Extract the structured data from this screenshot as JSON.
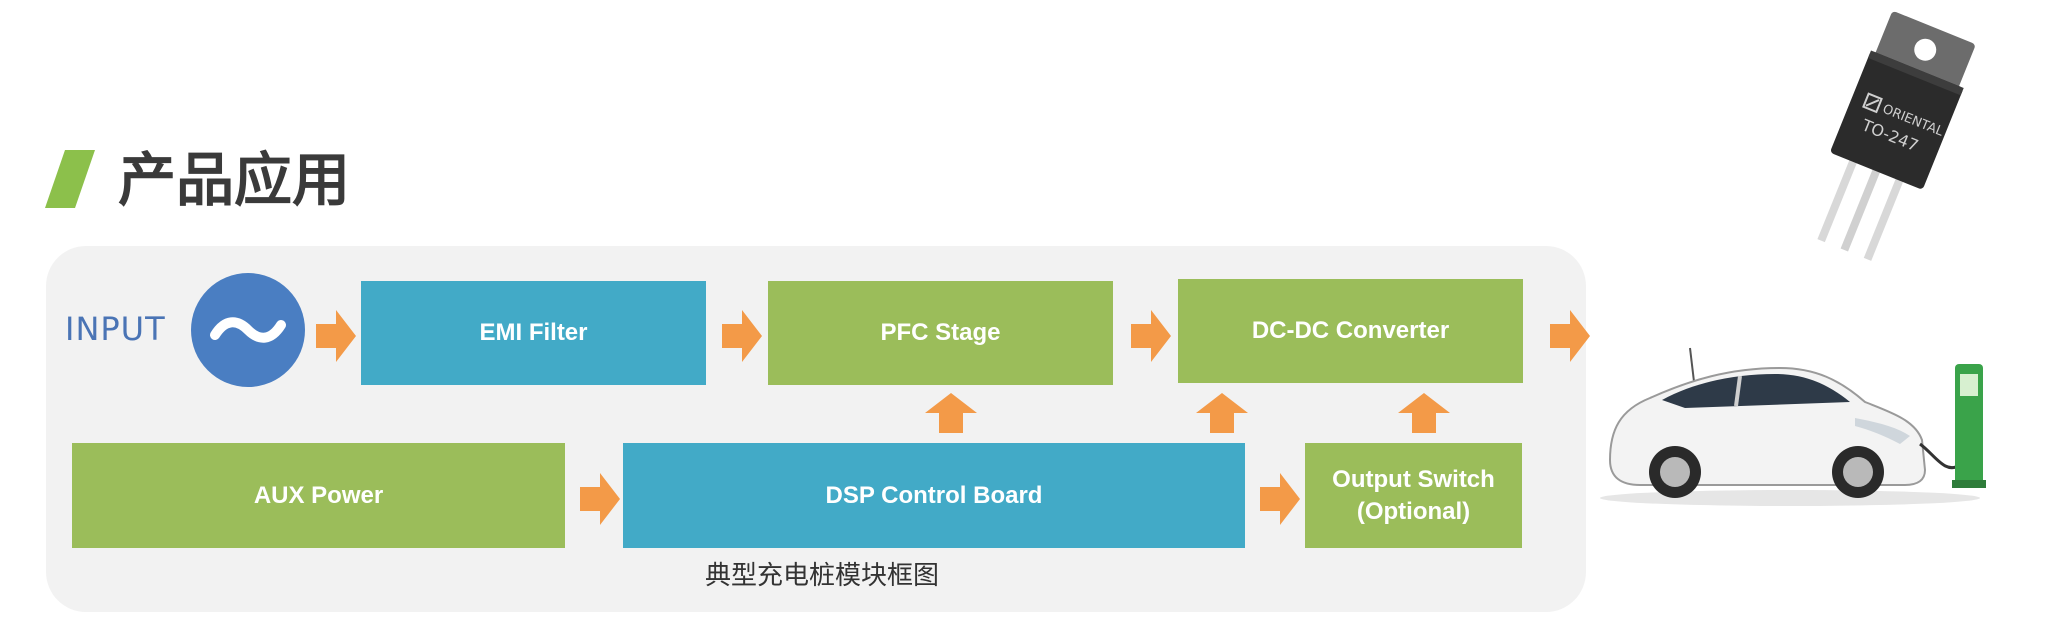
{
  "header": {
    "title": "产品应用"
  },
  "diagram": {
    "input_label": "INPUT",
    "blocks": {
      "emi_filter": "EMI Filter",
      "pfc_stage": "PFC Stage",
      "dcdc_converter": "DC-DC Converter",
      "aux_power": "AUX Power",
      "dsp_control_board": "DSP Control Board",
      "output_switch": "Output Switch\n(Optional)"
    },
    "caption": "典型充电桩模块框图"
  },
  "illustrations": {
    "chip_brand": "ORIENTAL",
    "chip_package": "TO-247"
  },
  "colors": {
    "accent_green": "#9bbd5a",
    "block_blue": "#42aac7",
    "arrow_orange": "#f39a48",
    "input_blue": "#4a74b5",
    "panel_gray": "#f2f2f2"
  }
}
